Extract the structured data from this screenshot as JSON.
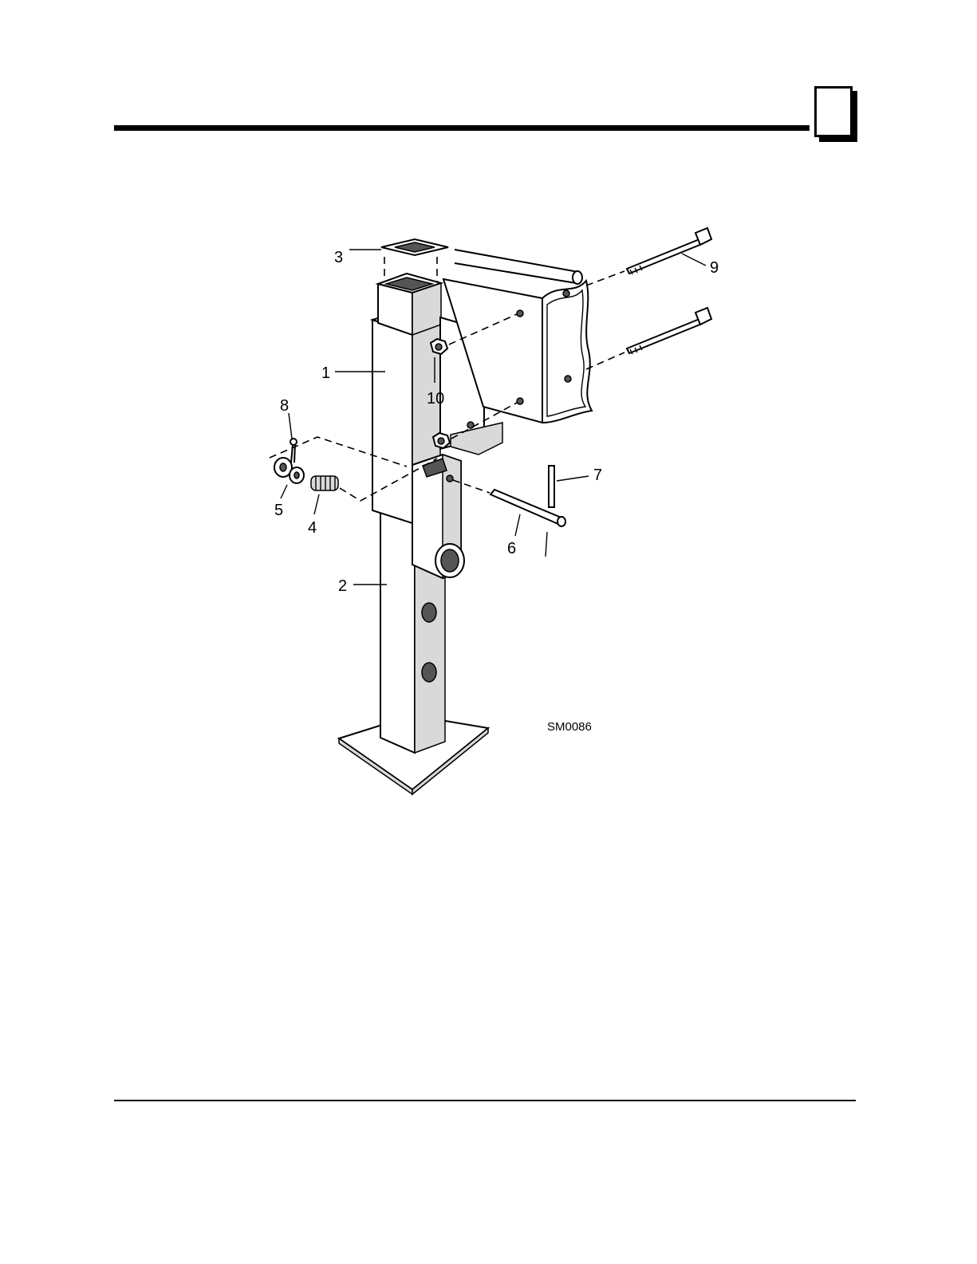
{
  "figure": {
    "code": "SM0086",
    "callouts": {
      "c1": "1",
      "c2": "2",
      "c3": "3",
      "c4": "4",
      "c5": "5",
      "c6": "6",
      "c7": "7",
      "c8": "8",
      "c9": "9",
      "c10": "10"
    }
  }
}
